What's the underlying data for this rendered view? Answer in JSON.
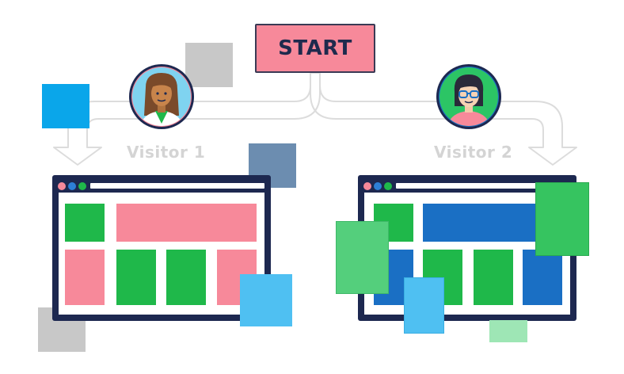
{
  "start": {
    "label": "START"
  },
  "visitors": [
    {
      "label": "Visitor 1"
    },
    {
      "label": "Visitor 2"
    }
  ],
  "colors": {
    "start_fill": "#f7899a",
    "variant_a_pink": "#f7899a",
    "variant_b_blue": "#1a6fc4",
    "green": "#1fb84a",
    "browser_frame": "#1d2850",
    "arrow_outline": "#dcdcdc",
    "label_gray": "#d4d4d4",
    "dot_red": "#f7899a",
    "dot_blue": "#2d7fd6",
    "dot_green": "#1fb84a"
  },
  "icons": {
    "visitor_1": "woman-avatar-icon",
    "visitor_2": "woman-with-glasses-avatar-icon"
  }
}
